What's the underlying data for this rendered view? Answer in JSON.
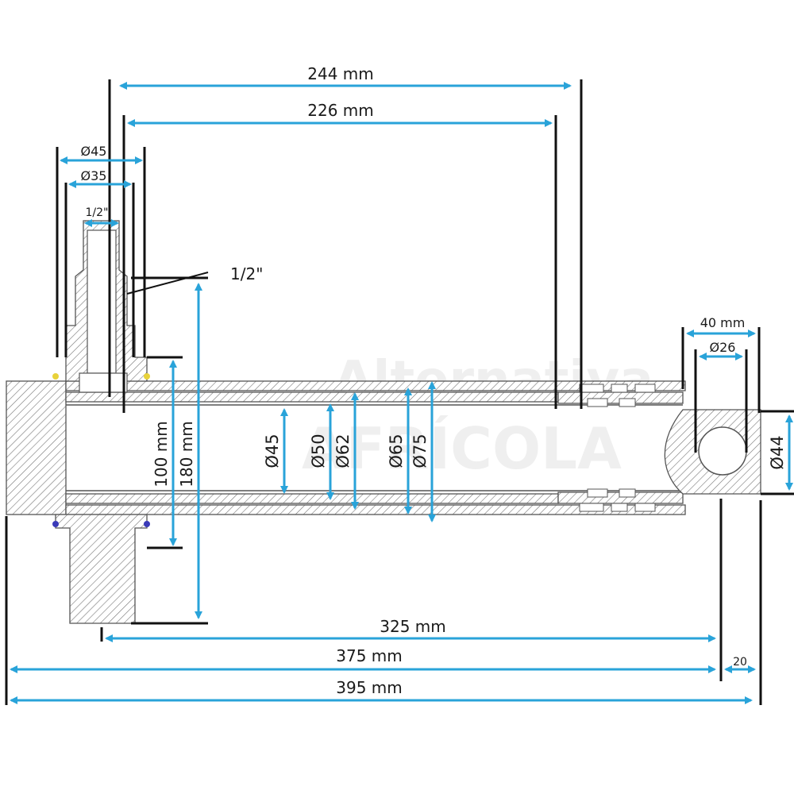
{
  "watermark": {
    "line1": "Alternativa",
    "line2": "AFRÍCOLA"
  },
  "dimensions": {
    "d244": "244 mm",
    "d226": "226 mm",
    "d45_top": "Ø45",
    "d35_top": "Ø35",
    "d12_top": "1/2\"",
    "d12_side": "1/2\"",
    "d100": "100 mm",
    "d180": "180 mm",
    "inner_d45": "Ø45",
    "inner_d50": "Ø50",
    "inner_d62": "Ø62",
    "inner_d65": "Ø65",
    "inner_d75": "Ø75",
    "d40": "40 mm",
    "d26": "Ø26",
    "d44": "Ø44",
    "d325": "325 mm",
    "d375": "375 mm",
    "d395": "395 mm",
    "d20": "20"
  },
  "colors": {
    "dimension_arrow": "#29a3d9",
    "extension_line": "#111111",
    "hatching": "#666666"
  }
}
